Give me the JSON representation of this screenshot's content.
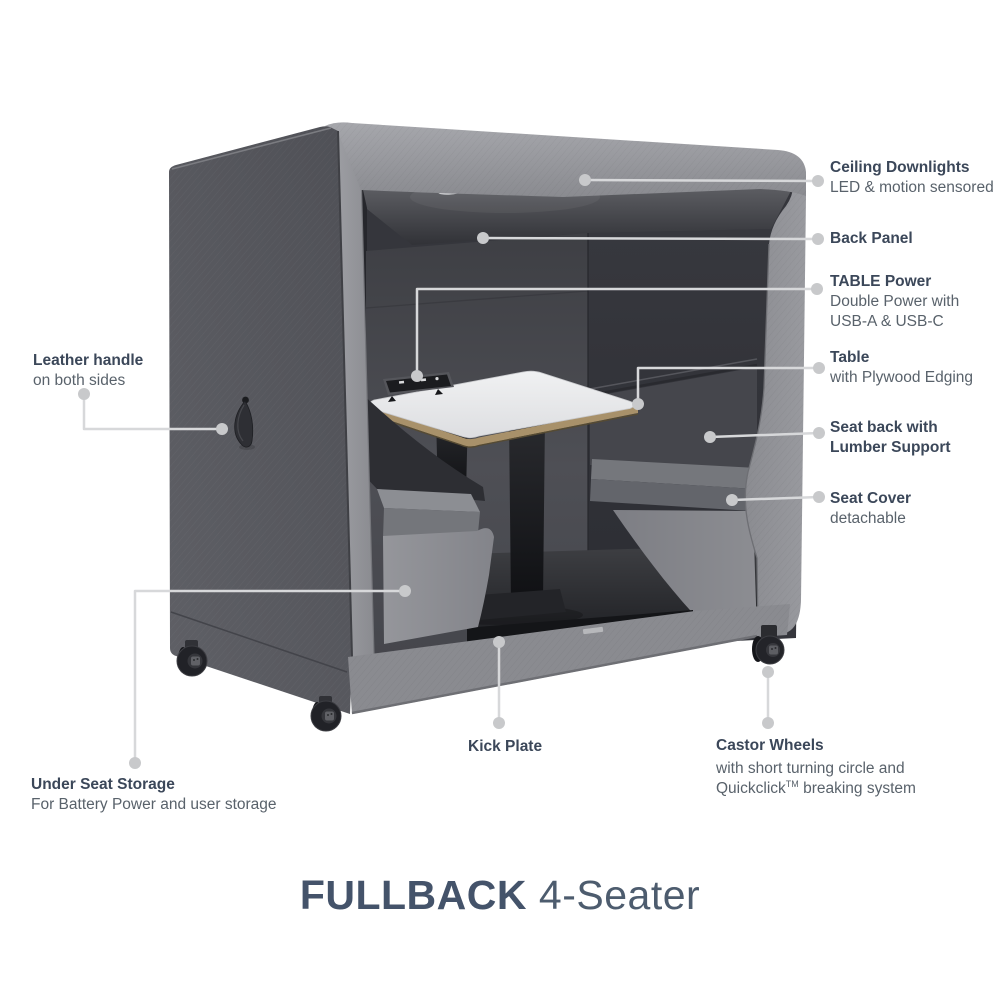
{
  "title": {
    "brand": "FULLBACK",
    "model": "4-Seater"
  },
  "colors": {
    "heading_text": "#3b4759",
    "body_text": "#59626b",
    "title_text": "#47566a",
    "leader_line": "#d7d8da",
    "callout_dot": "#c8c9cb",
    "pod_dark_panel": "#55565c",
    "pod_frame": "#94959a",
    "table_top": "#e7e8ea",
    "plywood_edge": "#a8916a",
    "cushion": "#7b7d82",
    "floor": "#2a2b2f",
    "kick_plate": "#141518",
    "wheel": "#232429"
  },
  "callouts": {
    "ceiling": {
      "heading": "Ceiling Downlights",
      "line1": "LED & motion sensored"
    },
    "back_panel": {
      "heading": "Back Panel"
    },
    "table_power": {
      "heading": "TABLE Power",
      "line1": "Double Power with",
      "line2": "USB-A & USB-C"
    },
    "table": {
      "heading": "Table",
      "line1": "with Plywood Edging"
    },
    "seat_back": {
      "heading_line1": "Seat back with",
      "heading_line2": "Lumber Support"
    },
    "seat_cover": {
      "heading": "Seat Cover",
      "line1": "detachable"
    },
    "leather_handle": {
      "heading": "Leather handle",
      "line1": "on both sides"
    },
    "under_seat": {
      "heading": "Under Seat Storage",
      "line1": "For Battery Power and user storage"
    },
    "kick_plate": {
      "heading": "Kick Plate"
    },
    "castor_wheels": {
      "heading": "Castor Wheels",
      "line1": "with short turning circle and",
      "line2_pre": "Quickclick",
      "line2_tm": "TM",
      "line2_post": " breaking system"
    }
  }
}
